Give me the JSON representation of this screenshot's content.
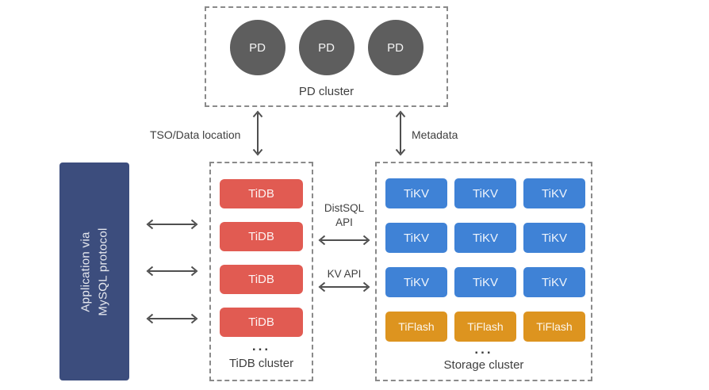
{
  "pd_cluster": {
    "label": "PD cluster",
    "nodes": [
      "PD",
      "PD",
      "PD"
    ]
  },
  "application": {
    "line1": "Application via",
    "line2": "MySQL protocol"
  },
  "tidb_cluster": {
    "label": "TiDB cluster",
    "ellipsis": "...",
    "nodes": [
      "TiDB",
      "TiDB",
      "TiDB",
      "TiDB"
    ]
  },
  "storage_cluster": {
    "label": "Storage cluster",
    "ellipsis": "...",
    "tikv_nodes": [
      "TiKV",
      "TiKV",
      "TiKV",
      "TiKV",
      "TiKV",
      "TiKV",
      "TiKV",
      "TiKV",
      "TiKV"
    ],
    "tiflash_nodes": [
      "TiFlash",
      "TiFlash",
      "TiFlash"
    ]
  },
  "edges": {
    "tso_label": "TSO/Data location",
    "metadata_label": "Metadata",
    "distsql_label": "DistSQL API",
    "kv_label": "KV API"
  },
  "colors": {
    "pd_node": "#5e5e5e",
    "tidb_node": "#e15b52",
    "tikv_node": "#3f82d6",
    "tiflash_node": "#dd941f",
    "application_box": "#3c4d7d",
    "cluster_border": "#8a8a8a",
    "arrow": "#4f4f4f",
    "label_text": "#3f3f3f",
    "background": "#ffffff"
  }
}
